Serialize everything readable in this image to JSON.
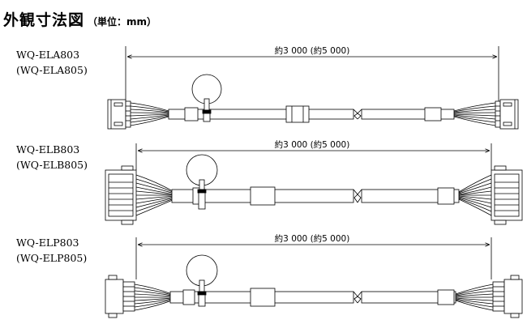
{
  "title": "外観寸法図",
  "title_unit": "（単位：mm）",
  "cables": [
    {
      "model": "WQ-ELA803",
      "model_alt": "(WQ-ELA805)",
      "dimension": "約3 000 (約5 000)"
    },
    {
      "model": "WQ-ELB803",
      "model_alt": "(WQ-ELB805)",
      "dimension": "約3 000 (約5 000)"
    },
    {
      "model": "WQ-ELP803",
      "model_alt": "(WQ-ELP805)",
      "dimension": "約3 000 (約5 000)"
    }
  ]
}
